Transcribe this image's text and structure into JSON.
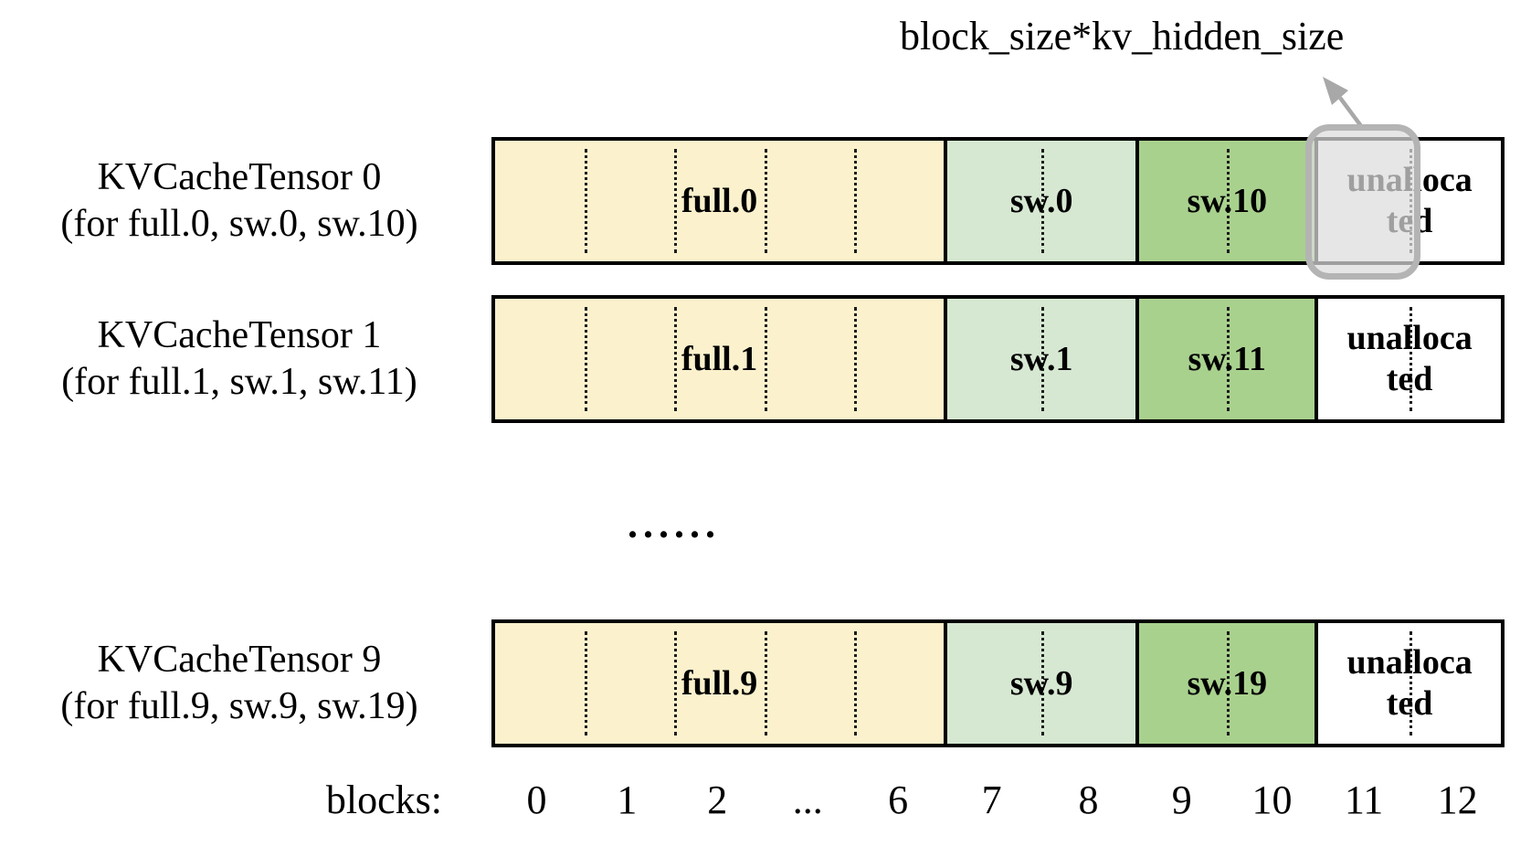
{
  "annotation": {
    "text": "block_size*kv_hidden_size"
  },
  "rows": [
    {
      "title": "KVCacheTensor 0",
      "subtitle": "(for full.0, sw.0, sw.10)",
      "full": "full.0",
      "sw": "sw.0",
      "sw_hi": "sw.10",
      "unallocated": "unalloca\nted"
    },
    {
      "title": "KVCacheTensor 1",
      "subtitle": "(for full.1, sw.1, sw.11)",
      "full": "full.1",
      "sw": "sw.1",
      "sw_hi": "sw.11",
      "unallocated": "unalloca\nted"
    },
    {
      "title": "KVCacheTensor 9",
      "subtitle": "(for full.9, sw.9, sw.19)",
      "full": "full.9",
      "sw": "sw.9",
      "sw_hi": "sw.19",
      "unallocated": "unalloca\nted"
    }
  ],
  "ellipsis": "......",
  "axis": {
    "label": "blocks:",
    "ticks": [
      "0",
      "1",
      "2",
      "...",
      "6",
      "7",
      "8",
      "9",
      "10",
      "11",
      "12"
    ]
  },
  "colors": {
    "full_bg": "#FBF1CD",
    "sw_bg": "#D6E8D2",
    "sw_hi_bg": "#A9D18E",
    "unallocated_bg": "#FFFFFF",
    "highlight_stroke": "#B4B4B4",
    "arrow": "#A8A8A8"
  }
}
